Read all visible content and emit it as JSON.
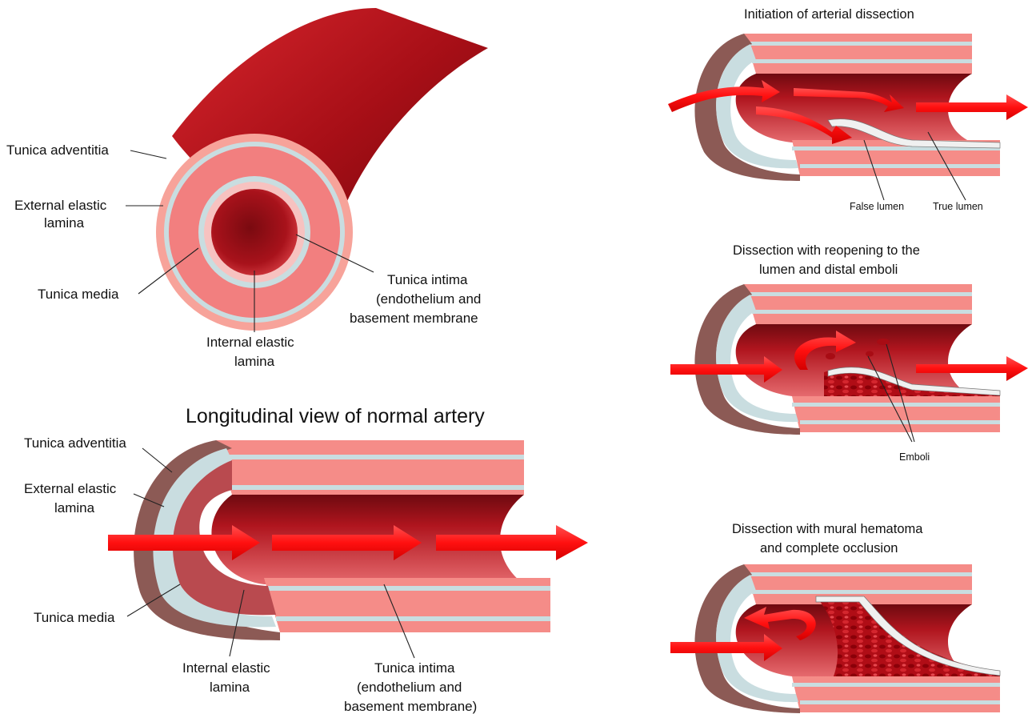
{
  "cross_section": {
    "labels": {
      "tunica_adventitia": "Tunica adventitia",
      "external_elastic_1": "External elastic",
      "external_elastic_2": "lamina",
      "tunica_media": "Tunica media",
      "internal_elastic_1": "Internal elastic",
      "internal_elastic_2": "lamina",
      "tunica_intima_1": "Tunica intima",
      "tunica_intima_2": "(endothelium and",
      "tunica_intima_3": "basement membrane"
    }
  },
  "longitudinal": {
    "title": "Longitudinal view of normal artery",
    "labels": {
      "tunica_adventitia": "Tunica adventitia",
      "external_elastic_1": "External elastic",
      "external_elastic_2": "lamina",
      "tunica_media": "Tunica media",
      "internal_elastic_1": "Internal elastic",
      "internal_elastic_2": "lamina",
      "tunica_intima_1": "Tunica intima",
      "tunica_intima_2": "(endothelium and",
      "tunica_intima_3": "basement membrane)"
    }
  },
  "panels": {
    "initiation": {
      "title": "Initiation of arterial dissection",
      "false_lumen": "False lumen",
      "true_lumen": "True lumen"
    },
    "reopening": {
      "title_1": "Dissection with reopening to the",
      "title_2": "lumen and distal emboli",
      "emboli": "Emboli"
    },
    "occlusion": {
      "title_1": "Dissection with mural hematoma",
      "title_2": "and complete occlusion"
    }
  },
  "colors": {
    "wall_pink": "#f27f7f",
    "lumen_red": "#b5121b",
    "adventitia_brown": "#8c5a55",
    "lamina_gray": "#c9dde0",
    "arrow_red": "#ff1a1a"
  }
}
